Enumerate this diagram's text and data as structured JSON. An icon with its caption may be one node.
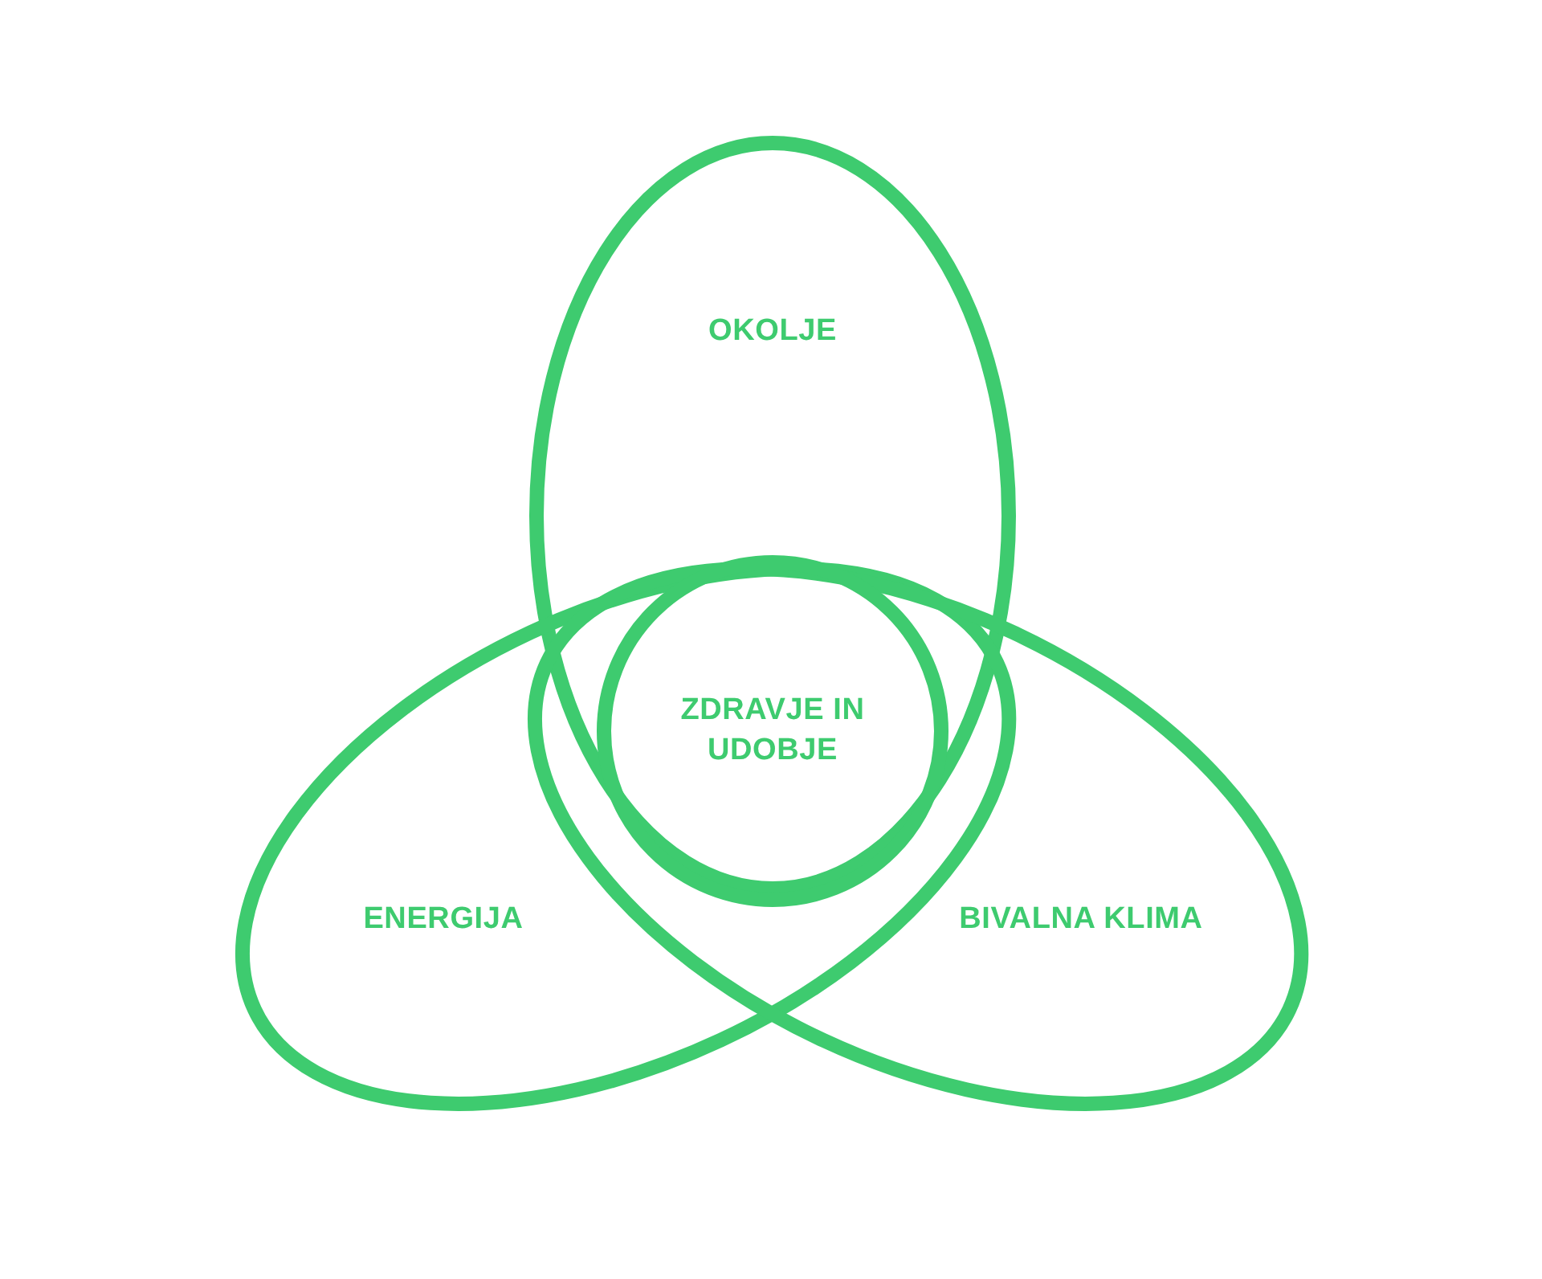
{
  "diagram": {
    "nodes": [
      {
        "text": [
          "OKOLJE"
        ]
      },
      {
        "text": [
          "ENERGIJA"
        ]
      },
      {
        "text": [
          "BIVALNA KLIMA"
        ]
      },
      {
        "text": [
          "ZDRAVJE IN UDOBJE"
        ]
      }
    ]
  }
}
